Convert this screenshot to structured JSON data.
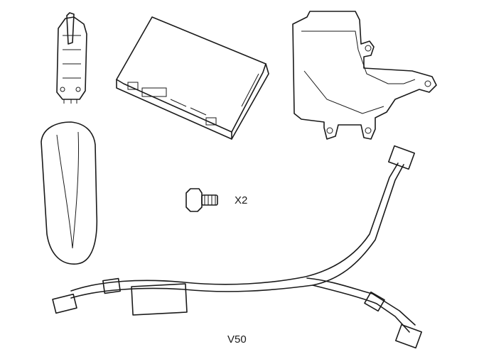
{
  "labels": {
    "quantity": "X2",
    "model": "V50"
  },
  "icons": [
    "antenna-clip",
    "control-module-box",
    "mounting-bracket",
    "antenna-cover",
    "bolt",
    "wiring-harness"
  ]
}
